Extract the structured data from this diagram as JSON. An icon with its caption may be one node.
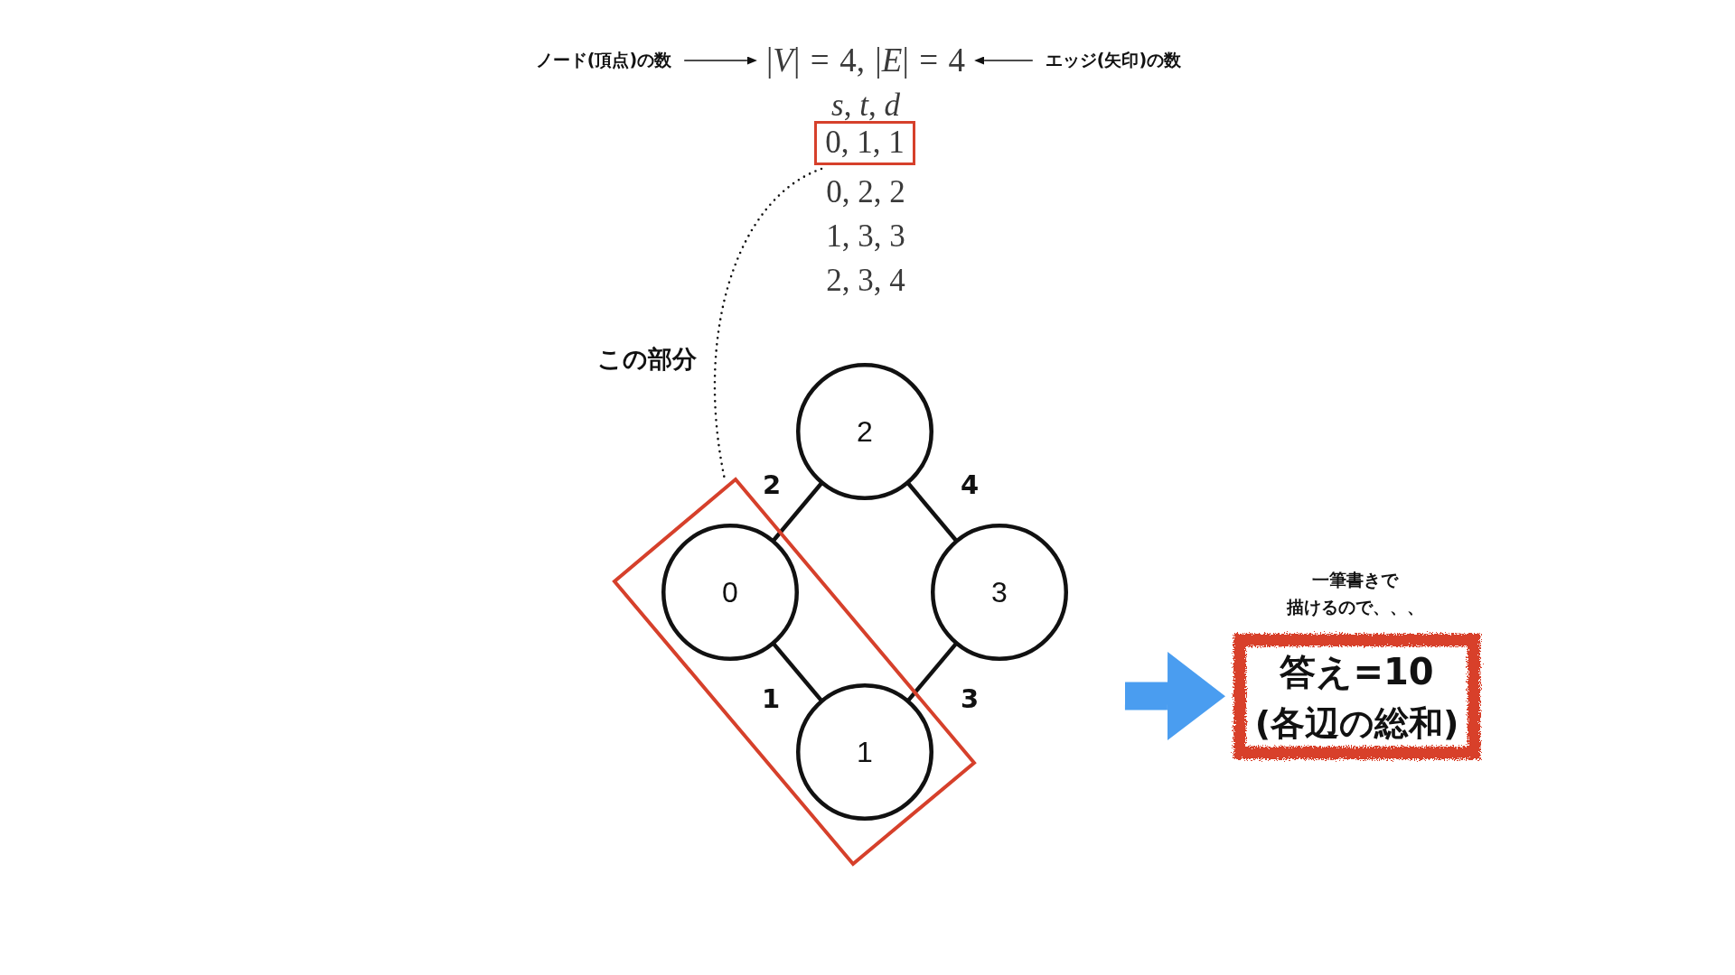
{
  "diagram": {
    "nodes": [
      {
        "text": [
          "ノード(頂点)の数"
        ]
      },
      {
        "text": [
          "|*V*| = 4, |*E*| = 4"
        ]
      },
      {
        "text": [
          "エッジ(矢印)の数"
        ]
      },
      {
        "text": [
          "0, 1, 1"
        ]
      },
      {
        "text": [
          "2"
        ]
      },
      {
        "text": [],
        "shape": "box"
      },
      {
        "text": [
          "0"
        ],
        "in": 5
      },
      {
        "text": [
          "3"
        ]
      },
      {
        "text": [
          "1"
        ],
        "in": 5
      },
      {
        "text": [
          "答え=10",
          "(各辺の総和)"
        ],
        "beside": [
          "一筆書きで描けるので、、、"
        ]
      }
    ],
    "edges": [
      {
        "from": 0,
        "to": 1,
        "arrow": "to"
      },
      {
        "from": 2,
        "to": 1,
        "arrow": "to"
      },
      {
        "from": 3,
        "to": 5,
        "arrow": "none",
        "style": "dashed",
        "label": "この部分"
      },
      {
        "from": 6,
        "to": 8,
        "arrow": "none",
        "label": "1"
      },
      {
        "from": 6,
        "to": 4,
        "arrow": "none",
        "label": "2"
      },
      {
        "from": 8,
        "to": 7,
        "arrow": "none",
        "label": "3"
      },
      {
        "from": 4,
        "to": 7,
        "arrow": "none",
        "label": "4"
      },
      {
        "from": null,
        "to": 9,
        "arrow": "to",
        "style": "thick",
        "color": "#4a9df0"
      }
    ],
    "labels": [
      "*s*, *t*, *d*",
      "0, 2, 2",
      "1, 3, 3",
      "2, 3, 4"
    ]
  }
}
